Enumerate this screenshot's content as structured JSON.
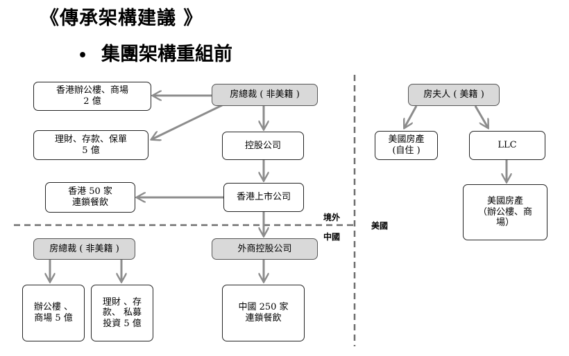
{
  "header": {
    "title": "《傳承架構建議 》",
    "bullet": "•",
    "subtitle": "集團架構重組前"
  },
  "boxes": {
    "hk_property": [
      "香港辦公樓、商場",
      "2 億"
    ],
    "finance_offshore": [
      "理財、存款、保單",
      "5 億"
    ],
    "president_offshore": [
      "房總裁 ( 非美籍 )"
    ],
    "holding": [
      "控股公司"
    ],
    "hk_restaurants": [
      "香港 50 家",
      "連鎖餐飲"
    ],
    "hk_listed": [
      "香港上市公司"
    ],
    "president_china": [
      "房總裁 ( 非美籍 )"
    ],
    "foreign_holding": [
      "外商控股公司"
    ],
    "china_office": [
      "辦公樓 、",
      "商場 5 億"
    ],
    "china_finance": [
      "理財 、存",
      "款、 私募",
      "投資 5 億"
    ],
    "china_restaurants": [
      "中國 250 家",
      "連鎖餐飲"
    ],
    "madam": [
      "房夫人 ( 美籍 )"
    ],
    "us_home": [
      "美國房產",
      "(自住 )"
    ],
    "llc": [
      "LLC"
    ],
    "us_property": [
      "美國房產",
      "（辦公樓、商",
      "場）"
    ]
  },
  "zones": {
    "offshore": "境外",
    "china": "中國",
    "usa": "美國"
  },
  "colors": {
    "arrow": "#8c8c8c",
    "dash": "#6e6e6e",
    "highlight_box": "#d9d9d9"
  }
}
